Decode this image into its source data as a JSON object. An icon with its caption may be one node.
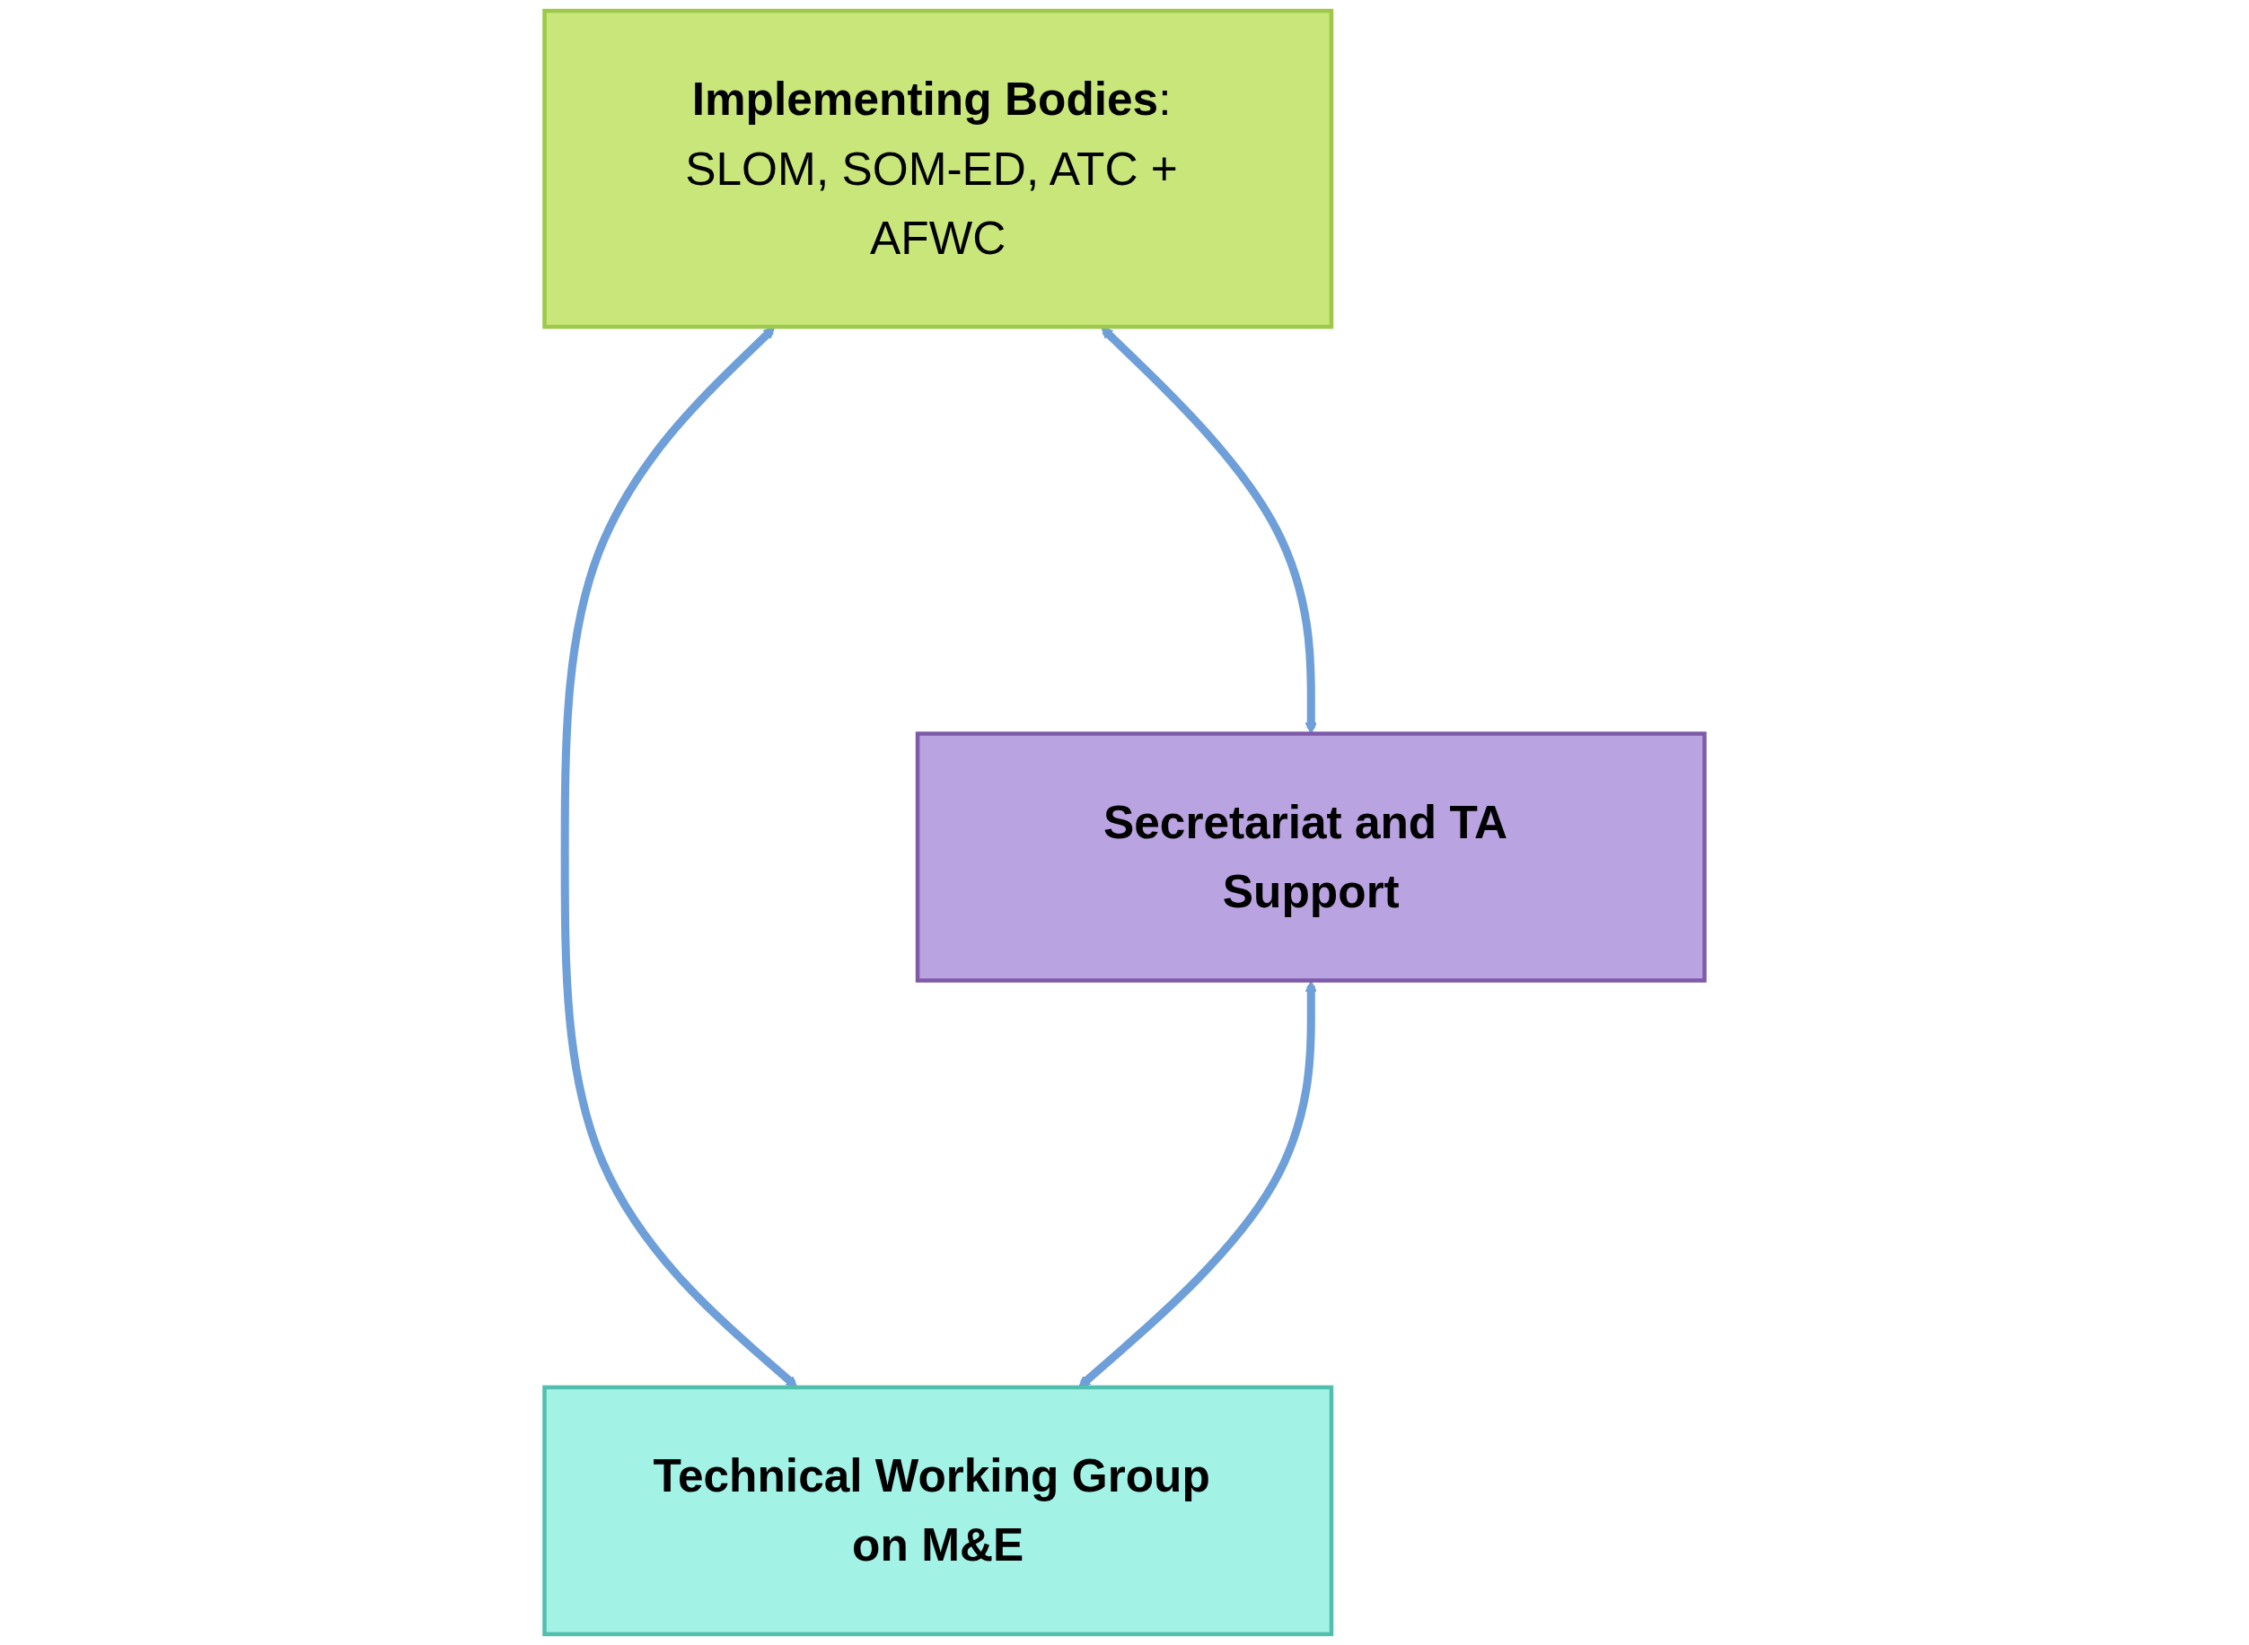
{
  "diagram": {
    "nodes": [
      {
        "text": [
          "**Implementing Bodies**: SLOM, SOM-ED, ATC + AFWC"
        ]
      },
      {
        "text": [
          "Secretariat and TA Support"
        ]
      },
      {
        "text": [
          "Technical Working Group on M&E"
        ]
      }
    ],
    "edges": [
      {
        "from": 0,
        "to": 1,
        "arrow": "both"
      },
      {
        "from": 0,
        "to": 2,
        "arrow": "both"
      },
      {
        "from": 1,
        "to": 2,
        "arrow": "both"
      }
    ]
  }
}
